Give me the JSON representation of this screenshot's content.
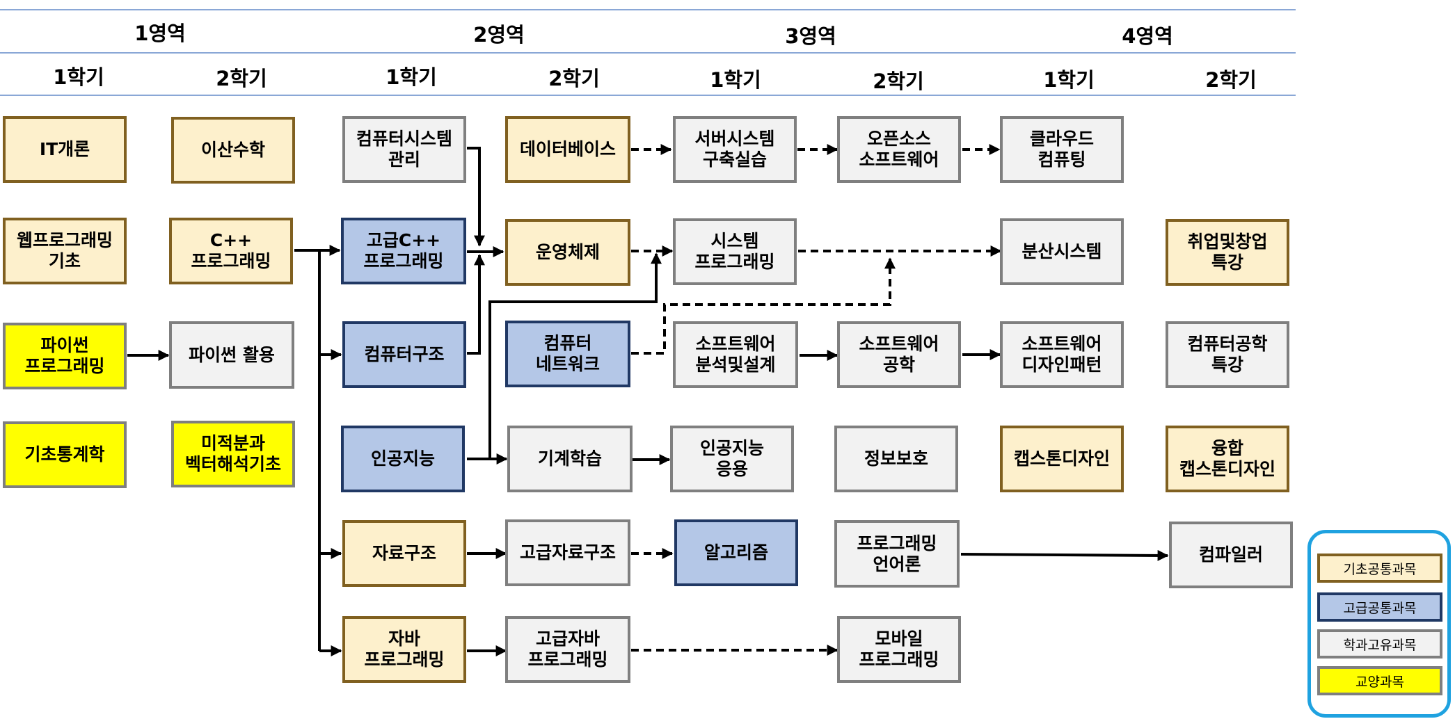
{
  "years": [
    "1영역",
    "2영역",
    "3영역",
    "4영역"
  ],
  "semesters": [
    "1학기",
    "2학기",
    "1학기",
    "2학기",
    "1학기",
    "2학기",
    "1학기",
    "2학기"
  ],
  "courses": {
    "it_intro": "IT개론",
    "discrete_math": "이산수학",
    "web_basics": "웹프로그래밍\n기초",
    "cpp_programming": "C++\n프로그래밍",
    "python_programming": "파이썬\n프로그래밍",
    "python_usage": "파이썬 활용",
    "basic_statistics": "기초통계학",
    "calculus_vector": "미적분과\n벡터해석기초",
    "computer_system_admin": "컴퓨터시스템\n관리",
    "advanced_cpp": "고급C++\n프로그래밍",
    "computer_architecture": "컴퓨터구조",
    "artificial_intelligence": "인공지능",
    "data_structures": "자료구조",
    "java_programming": "자바\n프로그래밍",
    "database": "데이터베이스",
    "operating_systems": "운영체제",
    "computer_network": "컴퓨터\n네트워크",
    "machine_learning": "기계학습",
    "advanced_data_structures": "고급자료구조",
    "advanced_java": "고급자바\n프로그래밍",
    "server_system_practice": "서버시스템\n구축실습",
    "system_programming": "시스템\n프로그래밍",
    "software_analysis_design": "소프트웨어\n분석및설계",
    "ai_applications": "인공지능\n응용",
    "algorithms": "알고리즘",
    "open_source_software": "오픈소스\n소프트웨어",
    "software_engineering": "소프트웨어\n공학",
    "information_security": "정보보호",
    "programming_language_theory": "프로그래밍\n언어론",
    "mobile_programming": "모바일\n프로그래밍",
    "cloud_computing": "클라우드\n컴퓨팅",
    "distributed_systems": "분산시스템",
    "software_design_patterns": "소프트웨어\n디자인패턴",
    "capstone_design": "캡스톤디자인",
    "employment_startup": "취업및창업\n특강",
    "cs_special_lecture": "컴퓨터공학\n특강",
    "convergence_capstone": "융합\n캡스톤디자인",
    "compiler": "컴파일러"
  },
  "legend": {
    "basic_common": "기초공통과목",
    "advanced_common": "고급공통과목",
    "department_specific": "학과고유과목",
    "liberal_arts": "교양과목"
  },
  "colors": {
    "basic_common_fill": "#fdf0cc",
    "advanced_common_fill": "#b4c7e7",
    "department_specific_fill": "#f2f2f2",
    "liberal_arts_fill": "#ffff00",
    "legend_frame": "#1fa2e0"
  }
}
